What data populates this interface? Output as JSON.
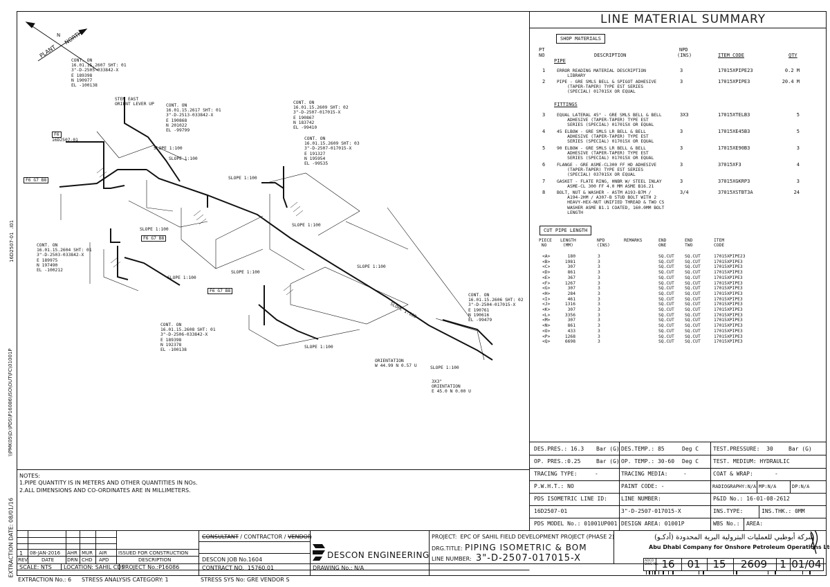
{
  "summary_title": "LINE MATERIAL SUMMARY",
  "shop_materials_label": "SHOP MATERIALS",
  "materials_headers": {
    "pt": "PT",
    "no": "NO",
    "description": "DESCRIPTION",
    "npd": "NPD",
    "ins": "(INS)",
    "item_code": "ITEM CODE",
    "qty": "QTY"
  },
  "section_pipe": "PIPE",
  "section_fittings": "FITTINGS",
  "materials": [
    {
      "pt": "1",
      "desc": "ERROR READING MATERIAL DESCRIPTION\n    LIBRARY",
      "npd": "3",
      "code": "17015XPIPE23",
      "qty": "0.2 M"
    },
    {
      "pt": "2",
      "desc": "PIPE - GRE SMLS BELL & SPIGOT ADHESIVE\n    (TAPER-TAPER) TYPE EST SERIES\n    (SPECIAL) 017015X OR EQUAL",
      "npd": "3",
      "code": "17015XPIPE3",
      "qty": "20.4 M"
    },
    {
      "pt": "3",
      "desc": "EQUAL LATERAL 45° - GRE SMLS BELL & BELL\n    ADHESIVE (TAPER-TAPER) TYPE EST\n    SERIES (SPECIAL) 017015X OR EQUAL",
      "npd": "3X3",
      "code": "17015XTELB3",
      "qty": "5"
    },
    {
      "pt": "4",
      "desc": "45 ELBOW - GRE SMLS LR BELL & BELL\n    ADHESIVE (TAPER-TAPER) TYPE EST\n    SERIES (SPECIAL) 017015X OR EQUAL",
      "npd": "3",
      "code": "17015XE45B3",
      "qty": "5"
    },
    {
      "pt": "5",
      "desc": "90 ELBOW - GRE SMLS LR BELL & BELL\n    ADHESIVE (TAPER-TAPER) TYPE EST\n    SERIES (SPECIAL) 017015X OR EQUAL",
      "npd": "3",
      "code": "17015XE90B3",
      "qty": "3"
    },
    {
      "pt": "6",
      "desc": "FLANGE - GRE ASME-CL300 FF HD ADHESIVE\n    (TAPER-TAPER) TYPE EST SERIES\n    (SPECIAL) 037015X OR EQUAL",
      "npd": "3",
      "code": "37015XF3",
      "qty": "4"
    },
    {
      "pt": "7",
      "desc": "GASKET - FLATE RING, HNBR W/ STEEL INLAY\n    ASME-CL 300 FF 4.0 MM ASME B16.21",
      "npd": "3",
      "code": "37015XGKRP3",
      "qty": "3"
    },
    {
      "pt": "8",
      "desc": "BOLT, NUT & WASHER - ASTM A193-B7M /\n    A194-2HM / A307-B STUD BOLT WITH 2\n    HEAVY-HEX-NUT UNIFIED THREAD & TWO CS\n    WASHER ASME B1.1 COATED, 160.0MM BOLT\n    LENGTH",
      "npd": "3/4",
      "code": "37015XSTBT3A",
      "qty": "24"
    }
  ],
  "cut_pipe_label": "CUT PIPE LENGTH",
  "cut_headers": {
    "piece": "PIECE\n NO",
    "length": "LENGTH\n (MM)",
    "npd": "NPD\n(INS)",
    "remarks": "REMARKS",
    "end1": "END\nONE",
    "end2": "END\nTWO",
    "item": "ITEM\nCODE"
  },
  "cut_pipes": [
    [
      "<A>",
      "180",
      "3",
      "SQ.CUT",
      "SQ.CUT",
      "17015XPIPE23"
    ],
    [
      "<B>",
      "1981",
      "3",
      "SQ.CUT",
      "SQ.CUT",
      "17015XPIPE3"
    ],
    [
      "<C>",
      "307",
      "3",
      "SQ.CUT",
      "SQ.CUT",
      "17015XPIPE3"
    ],
    [
      "<D>",
      "861",
      "3",
      "SQ.CUT",
      "SQ.CUT",
      "17015XPIPE3"
    ],
    [
      "<E>",
      "367",
      "3",
      "SQ.CUT",
      "SQ.CUT",
      "17015XPIPE3"
    ],
    [
      "<F>",
      "1267",
      "3",
      "SQ.CUT",
      "SQ.CUT",
      "17015XPIPE3"
    ],
    [
      "<G>",
      "307",
      "3",
      "SQ.CUT",
      "SQ.CUT",
      "17015XPIPE3"
    ],
    [
      "<H>",
      "284",
      "3",
      "SQ.CUT",
      "SQ.CUT",
      "17015XPIPE3"
    ],
    [
      "<I>",
      "461",
      "3",
      "SQ.CUT",
      "SQ.CUT",
      "17015XPIPE3"
    ],
    [
      "<J>",
      "1316",
      "3",
      "SQ.CUT",
      "SQ.CUT",
      "17015XPIPE3"
    ],
    [
      "<K>",
      "307",
      "3",
      "SQ.CUT",
      "SQ.CUT",
      "17015XPIPE3"
    ],
    [
      "<L>",
      "3356",
      "3",
      "SQ.CUT",
      "SQ.CUT",
      "17015XPIPE3"
    ],
    [
      "<M>",
      "307",
      "3",
      "SQ.CUT",
      "SQ.CUT",
      "17015XPIPE3"
    ],
    [
      "<N>",
      "861",
      "3",
      "SQ.CUT",
      "SQ.CUT",
      "17015XPIPE3"
    ],
    [
      "<O>",
      "433",
      "3",
      "SQ.CUT",
      "SQ.CUT",
      "17015XPIPE3"
    ],
    [
      "<P>",
      "1268",
      "3",
      "SQ.CUT",
      "SQ.CUT",
      "17015XPIPE3"
    ],
    [
      "<Q>",
      "6698",
      "3",
      "SQ.CUT",
      "SQ.CUT",
      "17015XPIPE3"
    ]
  ],
  "design": {
    "des_pres": "DES.PRES.: 16.3",
    "des_pres_unit": "Bar (G)",
    "des_temp": "DES.TEMP.: 85",
    "des_temp_unit": "Deg C",
    "test_pres": "TEST.PRESSURE:  30",
    "test_pres_unit": "Bar (G)",
    "op_pres": "OP. PRES.:0.25",
    "op_pres_unit": "Bar (G)",
    "op_temp": "OP. TEMP.: 30-60",
    "op_temp_unit": "Deg C",
    "test_medium": "TEST. MEDIUM: HYDRAULIC",
    "tracing_type": "TRACING TYPE:",
    "tracing_type_val": "-",
    "tracing_media": "TRACING MEDIA:",
    "tracing_media_val": "-",
    "coat_wrap": "COAT & WRAP:",
    "coat_wrap_val": "-",
    "pwht": "P.W.H.T.: NO",
    "paint": "PAINT CODE: -",
    "radiography": "RADIOGRAPHY:N/A",
    "mp": "MP:N/A",
    "dp": "DP:N/A",
    "pds_line_label": "PDS ISOMETRIC LINE ID:",
    "line_number_label": "LINE NUMBER:",
    "pid": "P&ID No.: 16-01-08-2612",
    "pds_line_val": "16D2507-01",
    "line_number_val": "3\"-D-2507-017015-X",
    "ins_type": "INS.TYPE:",
    "ins_thk": "INS.THK.: 0MM",
    "pds_model": "PDS MODEL No.: 01001UP001",
    "design_area": "DESIGN AREA: 01001P",
    "wbs": "WBS No.:",
    "area": "AREA:"
  },
  "notes": {
    "title": "NOTES:",
    "line1": "1.PIPE QUANTITY IS IN METERS AND OTHER QUANTITIES IN NOs.",
    "line2": "2.ALL DIMENSIONS AND CO-ORDINATES ARE IN MILLIMETERS."
  },
  "title_block": {
    "consultant": "CONSULTANT",
    "contractor": " / CONTRACTOR / ",
    "vendor": "VENDOR",
    "rev": "1",
    "rev_date": "08-JAN-2016",
    "prep": "AHR",
    "chk": "MUR",
    "appd": "AIR",
    "rev_desc": "ISSUED FOR CONSTRUCTION",
    "h_rev": "REV.",
    "h_date": "DATE",
    "h_drn": "DRN",
    "h_chd": "CHD",
    "h_apd": "APD",
    "h_desc": "DESCRIPTION",
    "descon_job": "DESCON JOB No.1604",
    "contract_no": "CONTRACT NO.  15760.01",
    "drawing_no": "DRAWING No.: N/A",
    "scale": "SCALE: NTS",
    "location": "LOCATION: SAHIL CDS",
    "project_no": "PROJECT No.:P16086",
    "company": "DESCON ENGINEERING",
    "project": "PROJECT:  EPC OF SAHIL FIELD DEVELOPMENT PROJECT (PHASE 2)",
    "drg_title_label": "DRG.TITLE:",
    "drg_title": "PIPING ISOMETRIC & BOM",
    "line_number_label": "LINE NUMBER:",
    "line_number": "3\"-D-2507-017015-X",
    "adco_ar": "شركة أبوظبي للعمليات البترولية البرية المحدودة (أدكـو)",
    "adco_en": "Abu Dhabi Company for Onshore Petroleum Operations Ltd. (ADCO)",
    "dwg_codes": [
      "16",
      "01",
      "15",
      "2609",
      "1",
      "01/04"
    ],
    "dwg_code_label": "ADCO\nDWG No."
  },
  "footer": {
    "extraction_no": "EXTRACTION No.: 6",
    "stress_cat": "STRESS ANALYSIS CATEGORY: 1",
    "stress_sys": "STRESS SYS No: GRE VENDOR S"
  },
  "side_texts": {
    "extraction_date": "EXTRACTION DATE: 08/01/16",
    "path": "\\\\PMK05\\D:\\PDS\\P16086\\ISO\\OUT\\FC\\01001P",
    "iso_id": "16D2507-01  .I01"
  },
  "iso": {
    "north": "NORTH",
    "plant": "PLANT",
    "n_letter": "N",
    "cont1": "CONT. ON\n16.01.15.2607 SHT: 01\n3\"-D-2505-033842-X\nE 189398\nN 190977\nEL -100138",
    "stem": "STEM EAST\nORIENT LEVER UP",
    "cont2": "CONT. ON\n16.01.15.2617 SHT: 01\n3\"-D-2513-033842-X\nE 190868\nN 201022\nEL -99799",
    "cont3": "CONT. ON\n16.01.15.2609 SHT: 02\n3\"-D-2507-017015-X\nE 190867\nN 183742\nEL -99410",
    "cont4": "CONT. ON\n16.01.15.2609 SHT: 03\n3\"-D-2507-017015-X\nE 191327\nN 195954\nEL -99535",
    "cont5": "CONT. ON\n16.01.15.2604 SHT: 01\n3\"-D-2503-033842-X\nE 189975\nN 197490\nEL -100212",
    "cont6": "CONT. ON\n16.01.15.2608 SHT: 01\n3\"-D-2506-033842-X\nE 189398\nN 192378\nEL -100138",
    "cont7": "CONT. ON\n16.01.15.2606 SHT: 02\n3\"-D-2504-017015-X\nE 190761\nN 190616\nEL -99479",
    "orient1": "ORIENTATION\nW 44.99 N 0.57 U",
    "orient2": "3X3\"\nORIENTATION\nE 45.0 N 0.00 U",
    "f6": "F6",
    "f6_tag": "16D2507-01",
    "slope": "SLOPE 1:100",
    "f6g7b8": "F6 G7 B8"
  }
}
